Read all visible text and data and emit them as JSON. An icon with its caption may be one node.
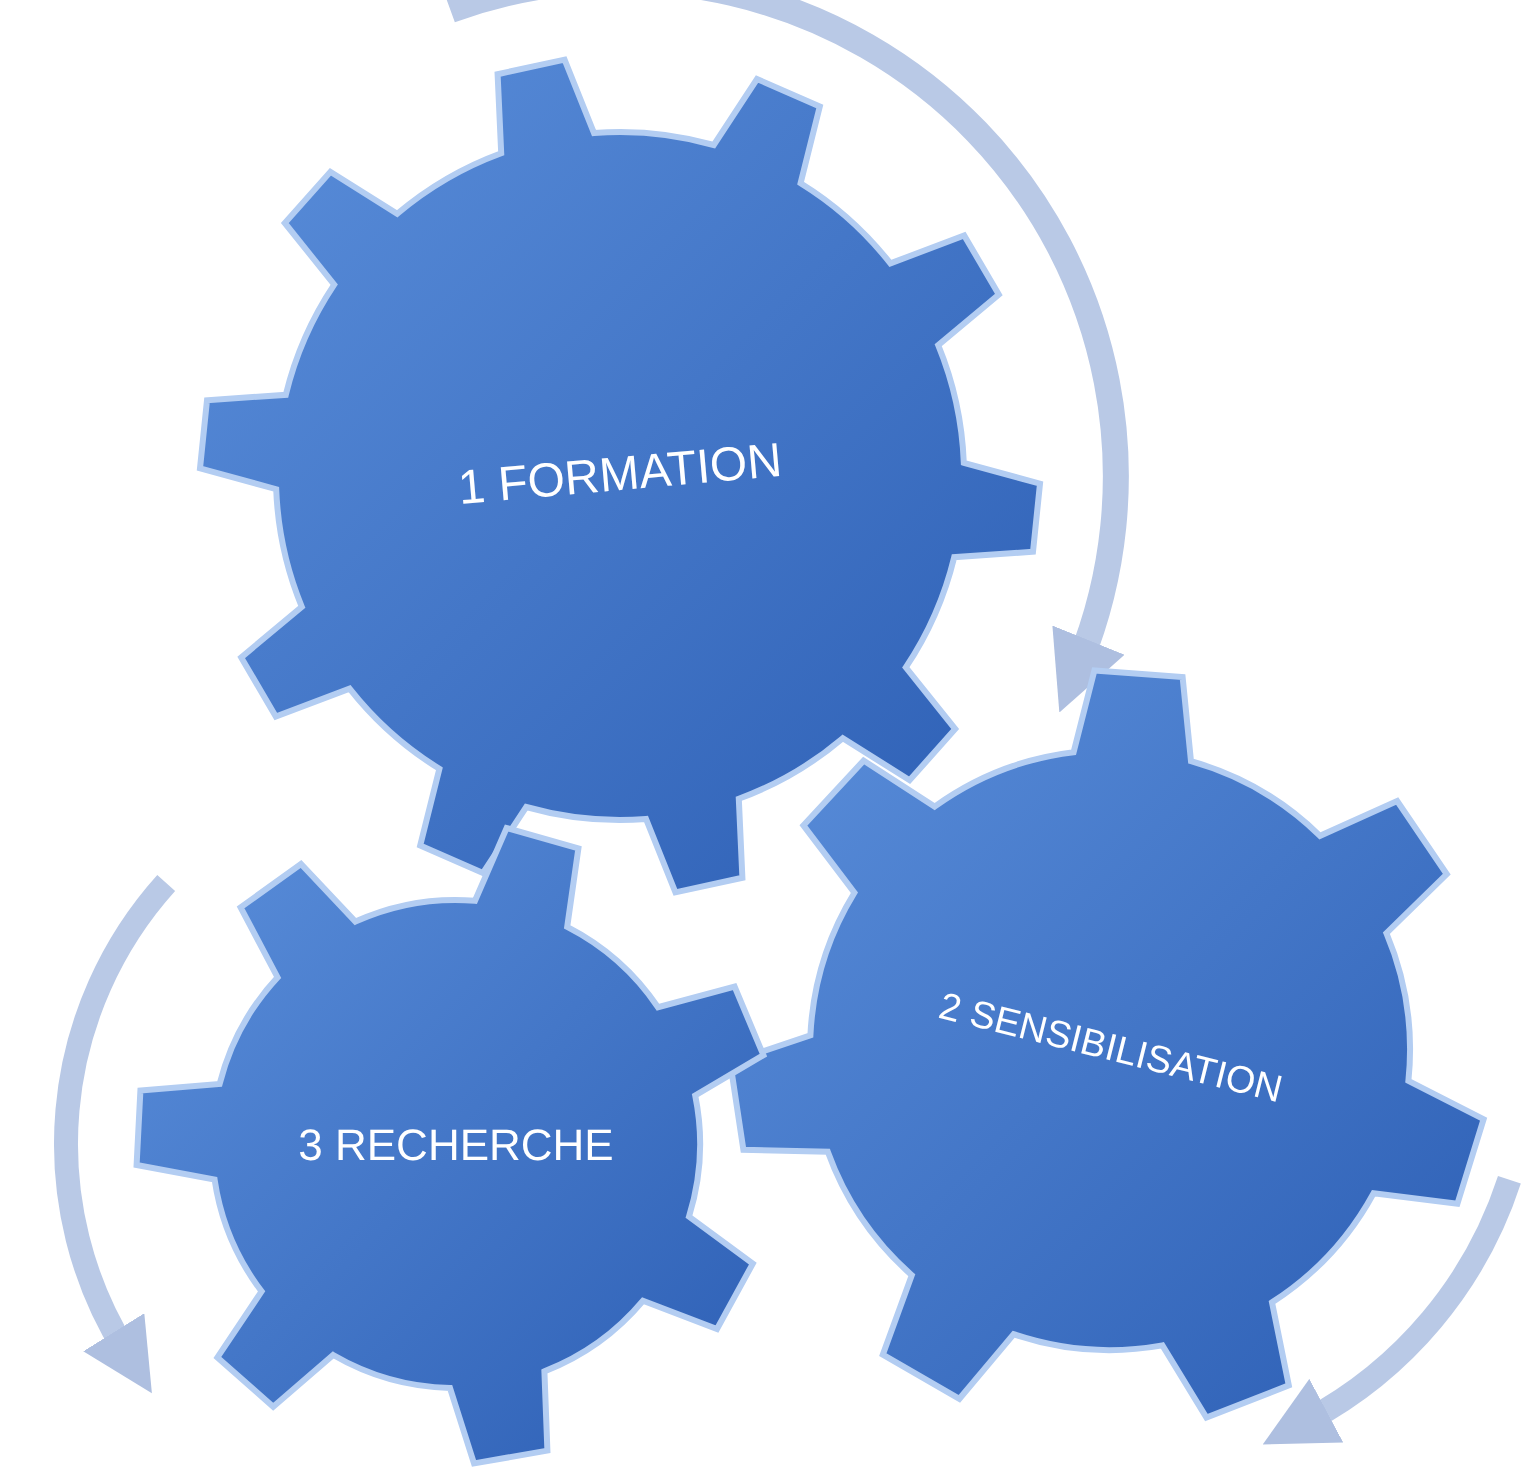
{
  "diagram": {
    "nodes": [
      {
        "text": [
          "1 FORMATION"
        ]
      },
      {
        "text": [
          "2 SENSIBILISATION"
        ]
      },
      {
        "text": [
          "3 RECHERCHE"
        ]
      }
    ]
  }
}
